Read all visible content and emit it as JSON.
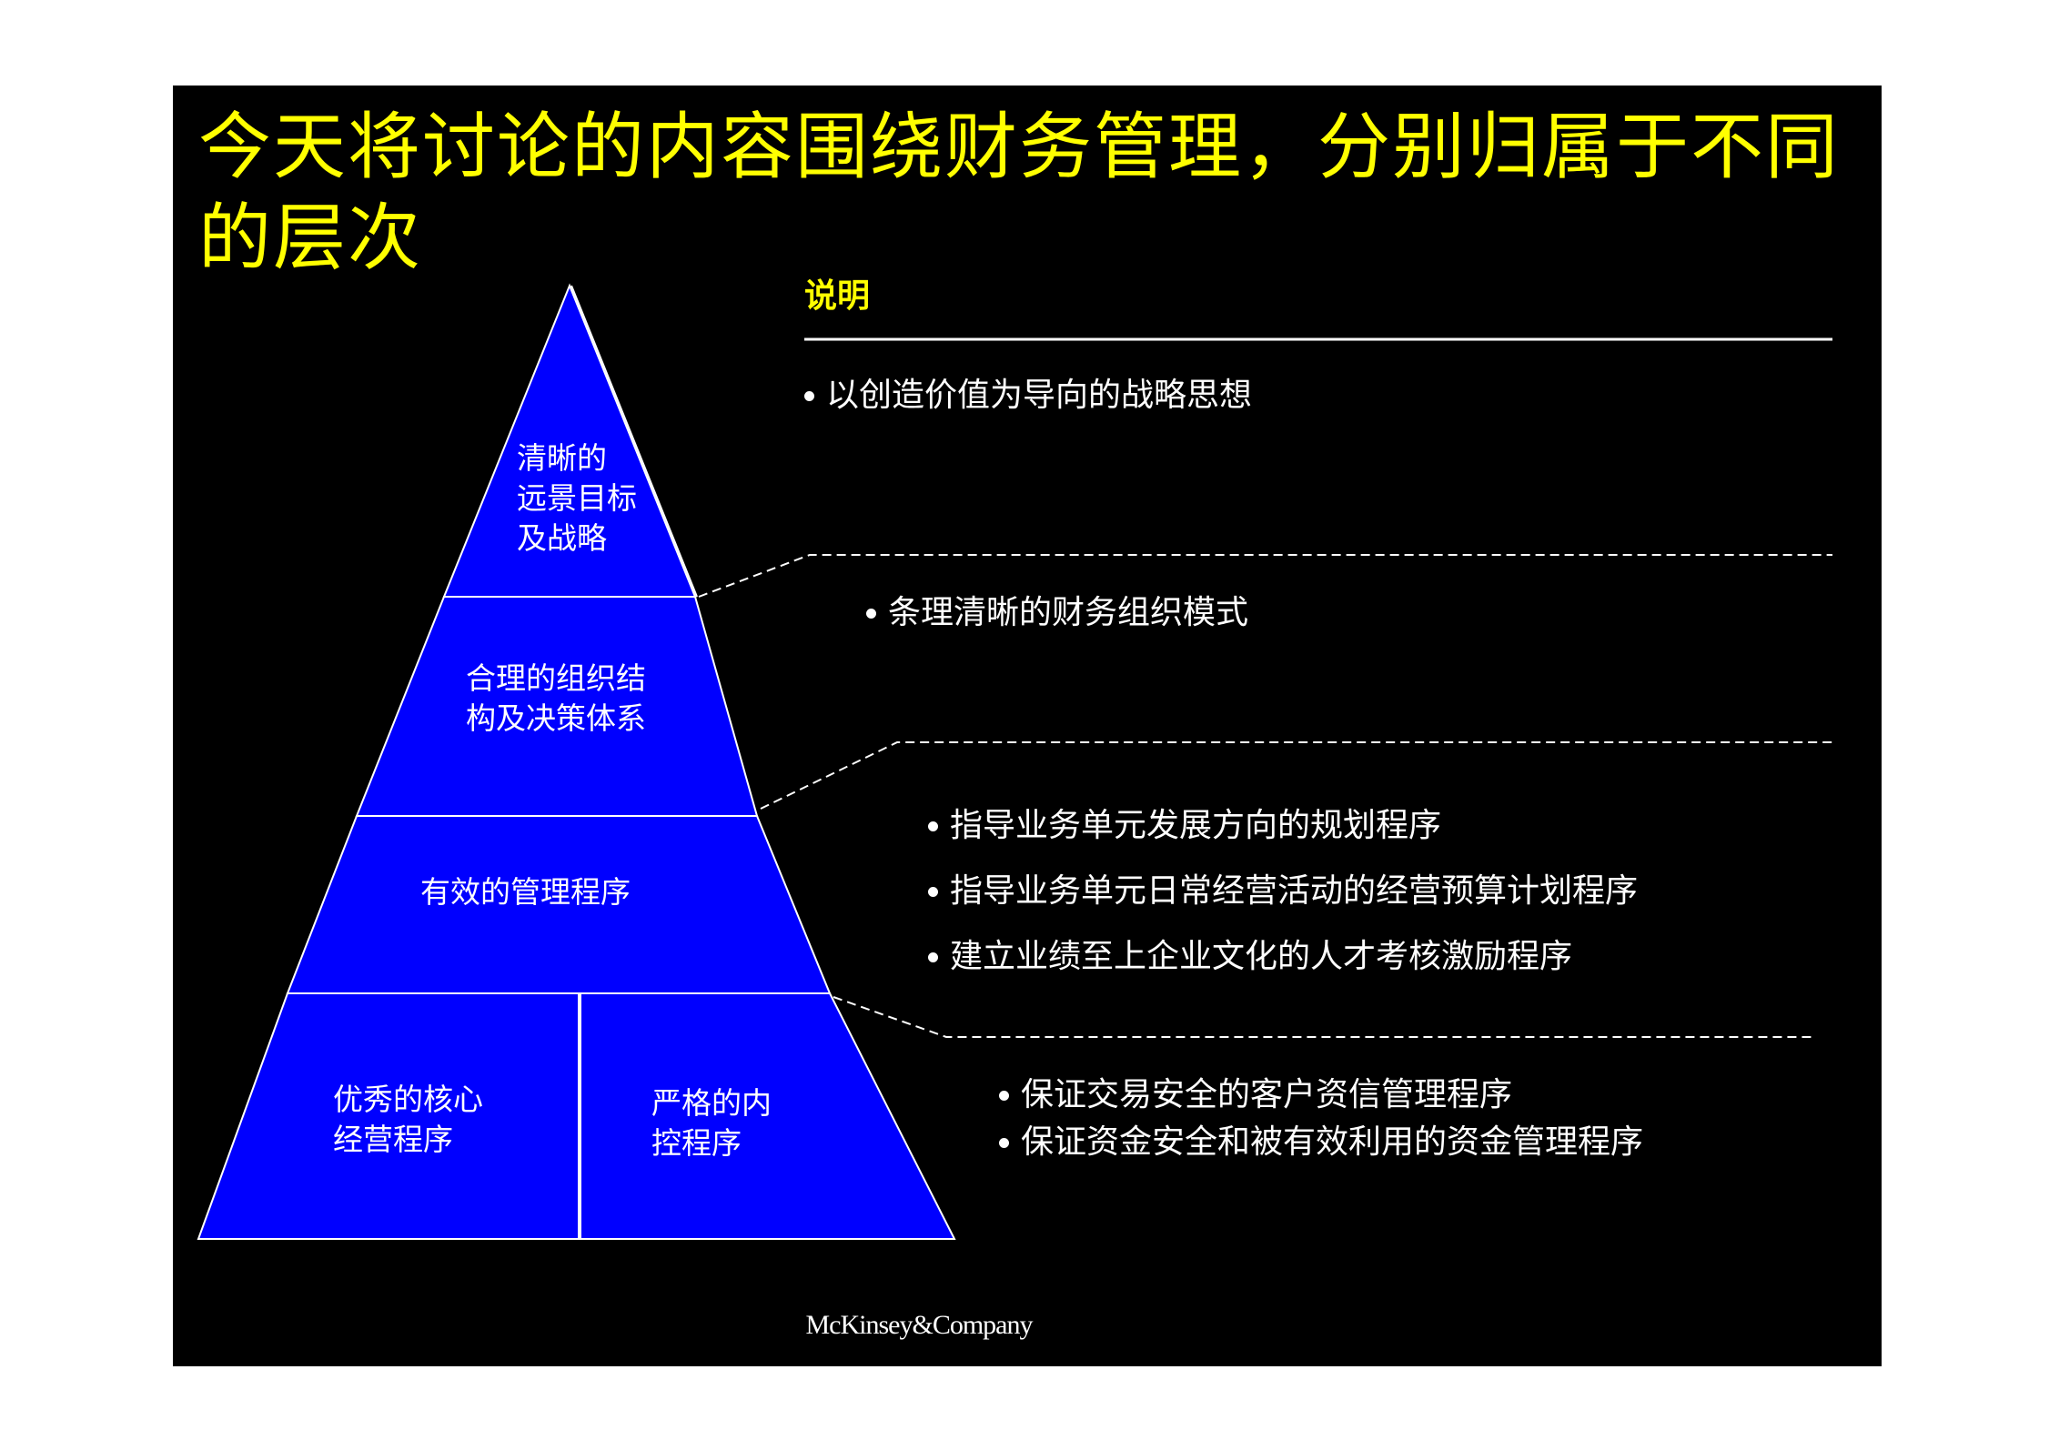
{
  "slide": {
    "title": "今天将讨论的内容围绕财务管理，分别归属于不同的层次",
    "background_color": "#000000",
    "title_color": "#ffff00",
    "brand": "McKinsey&Company"
  },
  "pyramid": {
    "fill_color": "#0000ff",
    "line_color": "#ffffff",
    "tiers": [
      {
        "label": "清晰的\n远景目标\n及战略"
      },
      {
        "label": "合理的组织结\n构及决策体系"
      },
      {
        "label": "有效的管理程序"
      },
      {
        "label": "优秀的核心\n经营程序"
      },
      {
        "label": "严格的内\n控程序"
      }
    ]
  },
  "explanation": {
    "heading": "说明",
    "groups": [
      {
        "items": [
          "以创造价值为导向的战略思想"
        ]
      },
      {
        "items": [
          "条理清晰的财务组织模式"
        ]
      },
      {
        "items": [
          "指导业务单元发展方向的规划程序",
          "指导业务单元日常经营活动的经营预算计划程序",
          "建立业绩至上企业文化的人才考核激励程序"
        ]
      },
      {
        "items": [
          "保证交易安全的客户资信管理程序",
          "保证资金安全和被有效利用的资金管理程序"
        ]
      }
    ]
  }
}
